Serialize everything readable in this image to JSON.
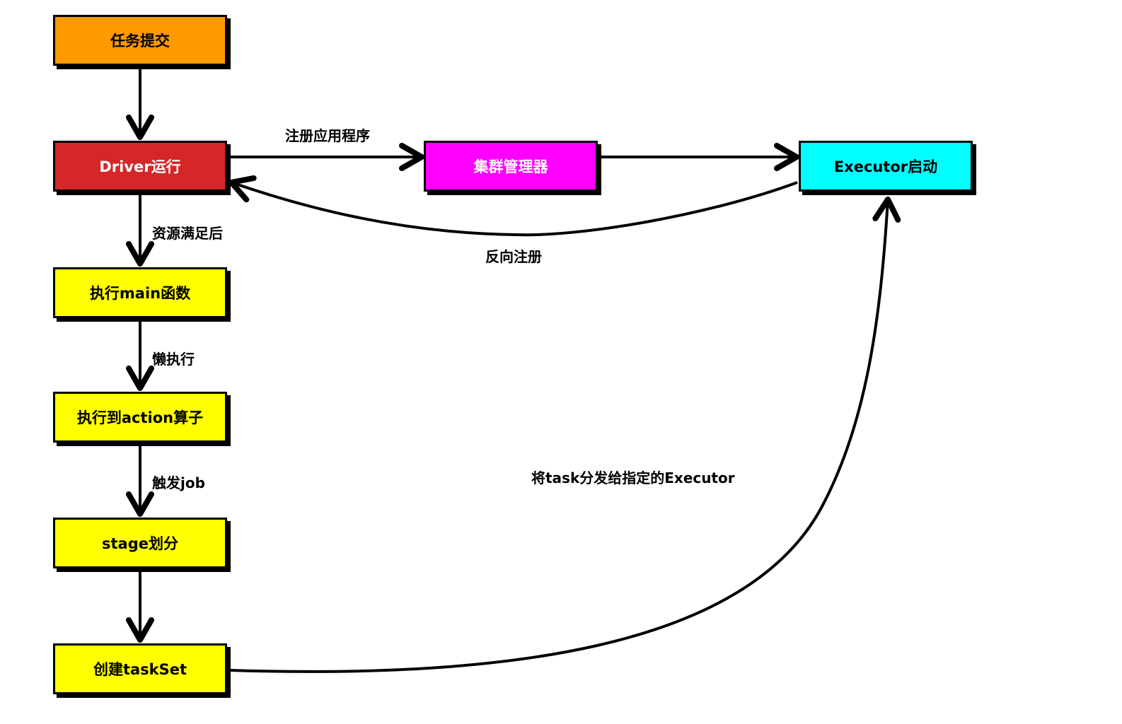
{
  "nodes": {
    "submit": {
      "label": "任务提交",
      "color": "#ff9900"
    },
    "driver": {
      "label": "Driver运行",
      "color": "#d62728"
    },
    "cluster_manager": {
      "label": "集群管理器",
      "color": "#ff00ff"
    },
    "executor": {
      "label": "Executor启动",
      "color": "#00ffff"
    },
    "main": {
      "label": "执行main函数",
      "color": "#ffff00"
    },
    "action": {
      "label": "执行到action算子",
      "color": "#ffff00"
    },
    "stage": {
      "label": "stage划分",
      "color": "#ffff00"
    },
    "taskset": {
      "label": "创建taskSet",
      "color": "#ffff00"
    }
  },
  "edges": {
    "register_app": "注册应用程序",
    "reverse_register": "反向注册",
    "resources_ready": "资源满足后",
    "lazy_exec": "懒执行",
    "trigger_job": "触发job",
    "dispatch_task": "将task分发给指定的Executor"
  }
}
